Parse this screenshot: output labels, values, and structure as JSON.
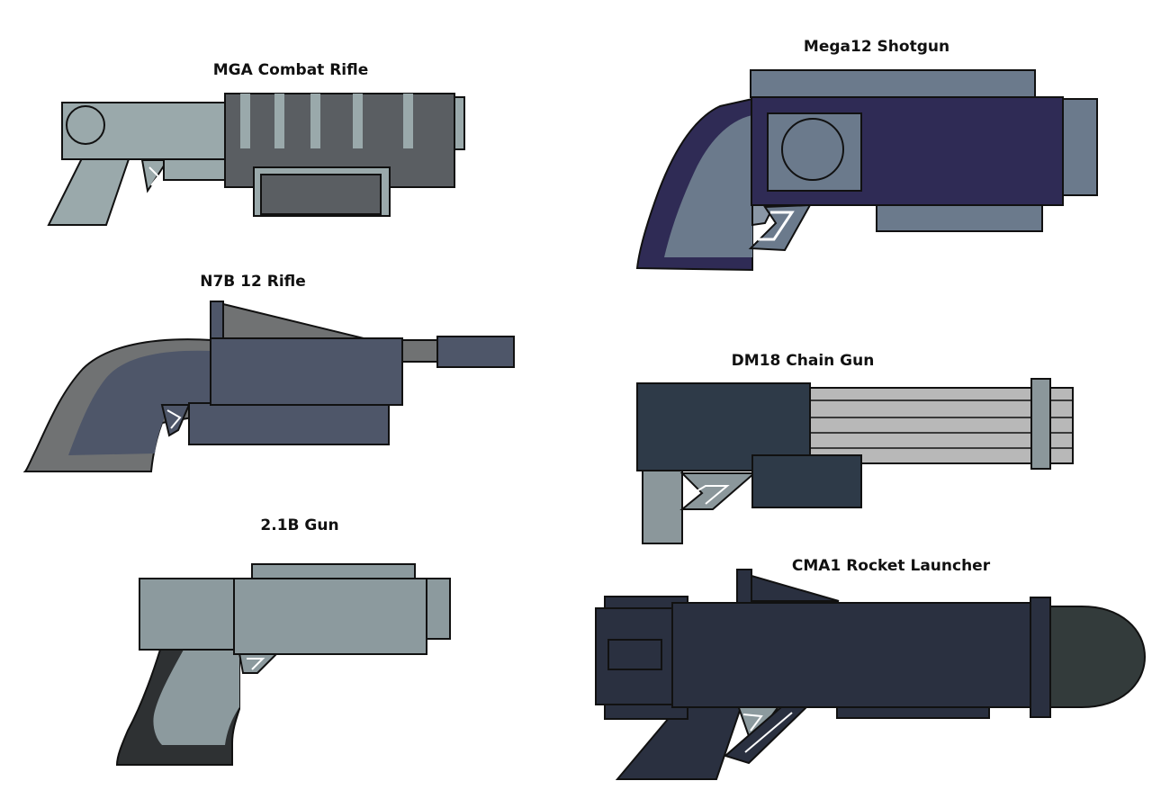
{
  "weapons": [
    {
      "name": "MGA Combat Rifle",
      "color": "#9aa9ab"
    },
    {
      "name": "Mega12 Shotgun",
      "color": "#2f2b55"
    },
    {
      "name": "N7B 12 Rifle",
      "color": "#4e5669"
    },
    {
      "name": "DM18 Chain Gun",
      "color": "#2e3a48"
    },
    {
      "name": "2.1B Gun",
      "color": "#8c9a9e"
    },
    {
      "name": "CMA1 Rocket Launcher",
      "color": "#2a3040"
    }
  ]
}
